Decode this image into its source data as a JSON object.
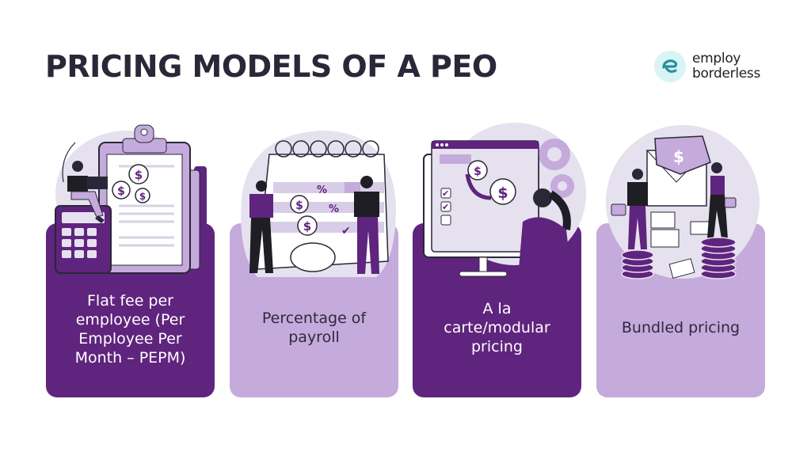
{
  "header": {
    "title": "PRICING MODELS OF A PEO"
  },
  "logo": {
    "mark_icon": "employ-borderless-e-icon",
    "line1": "employ",
    "line2": "borderless",
    "accent_color": "#2a8fa0"
  },
  "colors": {
    "dark_purple": "#5f247d",
    "light_purple": "#c5aadc",
    "title_text": "#2a2838"
  },
  "cards": [
    {
      "label": "Flat fee per employee (Per Employee Per Month – PEPM)",
      "label_lines": [
        "Flat fee per",
        "employee (Per",
        "Employee Per",
        "Month – PEPM)"
      ],
      "style": "dark",
      "illustration": "clipboard-calculator-person-with-laptop-dollar-coins"
    },
    {
      "label": "Percentage of payroll",
      "label_lines": [
        "Percentage of",
        "payroll"
      ],
      "style": "light",
      "illustration": "calendar-percent-piggy-bank-two-people"
    },
    {
      "label": "A la carte/modular pricing",
      "label_lines": [
        "A la",
        "carte/modular",
        "pricing"
      ],
      "style": "dark",
      "illustration": "monitor-checklist-dollar-coins-woman-gears"
    },
    {
      "label": "Bundled pricing",
      "label_lines": [
        "Bundled pricing"
      ],
      "style": "light",
      "illustration": "envelope-dollar-people-on-coin-stacks"
    }
  ]
}
